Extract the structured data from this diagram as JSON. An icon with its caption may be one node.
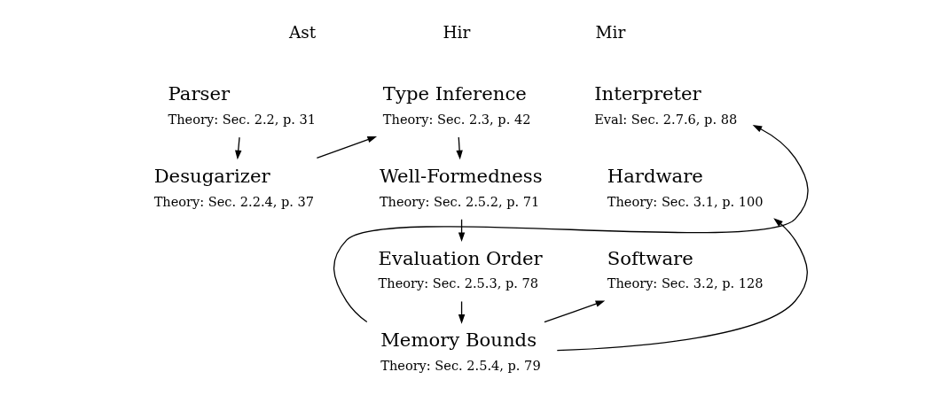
{
  "diagram": {
    "nodes": [
      {
        "text": [
          "Parser",
          "Theory: Sec. 2.2, p. 31"
        ]
      },
      {
        "text": [
          "Desugarizer",
          "Theory: Sec. 2.2.4, p. 37"
        ]
      },
      {
        "text": [
          "Type Inference",
          "Theory: Sec. 2.3, p. 42"
        ]
      },
      {
        "text": [
          "Well-Formedness",
          "Theory: Sec. 2.5.2, p. 71"
        ]
      },
      {
        "text": [
          "Evaluation Order",
          "Theory: Sec. 2.5.3, p. 78"
        ]
      },
      {
        "text": [
          "Memory Bounds",
          "Theory: Sec. 2.5.4, p. 79"
        ]
      },
      {
        "text": [
          "Interpreter",
          "Eval: Sec. 2.7.6, p. 88"
        ]
      },
      {
        "text": [
          "Hardware",
          "Theory: Sec. 3.1, p. 100"
        ]
      },
      {
        "text": [
          "Software",
          "Theory: Sec. 3.2, p. 128"
        ]
      }
    ],
    "edges": [
      {
        "from": 0,
        "to": 1,
        "arrow": "to"
      },
      {
        "from": 1,
        "to": 2,
        "arrow": "to"
      },
      {
        "from": 2,
        "to": 3,
        "arrow": "to"
      },
      {
        "from": 3,
        "to": 4,
        "arrow": "to"
      },
      {
        "from": 4,
        "to": 5,
        "arrow": "to"
      },
      {
        "from": 5,
        "to": 6,
        "arrow": "to"
      },
      {
        "from": 5,
        "to": 7,
        "arrow": "to"
      },
      {
        "from": 5,
        "to": 8,
        "arrow": "to"
      }
    ],
    "labels": [
      "Ast",
      "Hir",
      "Mir"
    ]
  }
}
